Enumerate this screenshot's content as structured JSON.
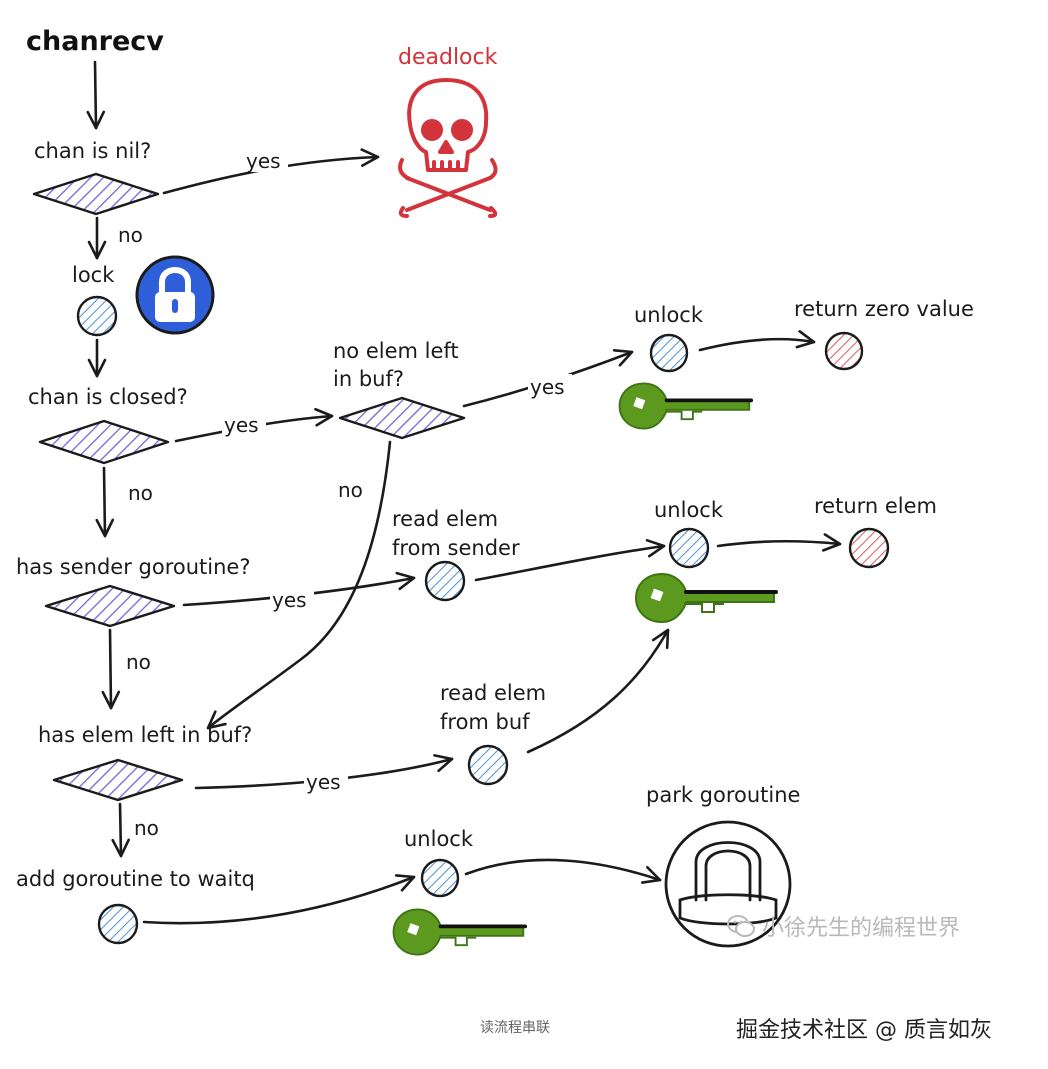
{
  "title": "chanrecv",
  "colors": {
    "ink": "#1b1b1b",
    "decision_hatch": "#7a62d8",
    "step_hatch": "#4a92d6",
    "return_hatch": "#e05a5a",
    "key_green": "#5b9a1e",
    "lock_blue": "#2f5fd8",
    "deadlock_red": "#d3333a"
  },
  "nodes": {
    "chan_is_nil": "chan is nil?",
    "deadlock": "deadlock",
    "lock": "lock",
    "chan_is_closed": "chan is closed?",
    "no_elem_left_line1": "no elem left",
    "no_elem_left_line2": "in buf?",
    "unlock_top": "unlock",
    "return_zero_value": "return zero value",
    "has_sender": "has sender goroutine?",
    "read_elem_from_sender_line1": "read elem",
    "read_elem_from_sender_line2": "from sender",
    "unlock_mid": "unlock",
    "return_elem": "return elem",
    "has_elem_left": "has elem left in buf?",
    "read_elem_from_buf_line1": "read elem",
    "read_elem_from_buf_line2": "from buf",
    "park_goroutine": "park goroutine",
    "add_goroutine": "add goroutine to waitq",
    "unlock_bottom": "unlock"
  },
  "edge_labels": {
    "nil_yes": "yes",
    "nil_no": "no",
    "closed_yes": "yes",
    "closed_no": "no",
    "noelem_yes": "yes",
    "noelem_no": "no",
    "sender_yes": "yes",
    "sender_no": "no",
    "buf_yes": "yes",
    "buf_no": "no"
  },
  "icons": {
    "lock_badge": "padlock-icon",
    "skull": "skull-crossbones-icon",
    "key": "key-icon",
    "park": "padlock-outline-icon",
    "wechat": "wechat-icon"
  },
  "caption": "读流程串联",
  "watermarks": {
    "account": "小徐先生的编程世界",
    "platform": "掘金技术社区 @ 质言如灰"
  }
}
